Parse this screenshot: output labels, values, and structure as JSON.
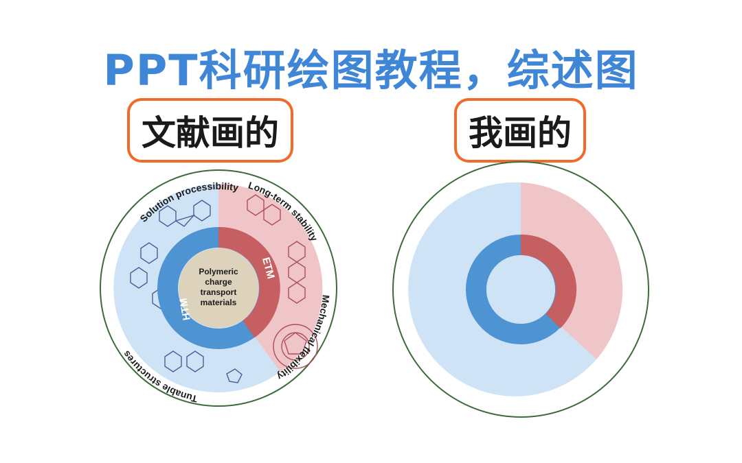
{
  "title": "PPT科研绘图教程，综述图",
  "left_label": "文献画的",
  "right_label": "我画的",
  "diagram": {
    "center_text": [
      "Polymeric",
      "charge",
      "transport",
      "materials"
    ],
    "htm_label": "HTM",
    "etm_label": "ETM",
    "outer_labels": {
      "top": "Solution processibility",
      "right": "Long-term stability",
      "bottom_right": "Mechanical flexibility",
      "left": "Tunable structures"
    }
  },
  "colors": {
    "title_blue": "#3f86d6",
    "outline_orange": "#f26a2a",
    "light_blue": "#cfe3f7",
    "light_red": "#efc5c8",
    "blue": "#4e93d2",
    "red": "#c55f62",
    "center_tan": "#ddd3bc",
    "ring_green": "#3b6b38"
  }
}
